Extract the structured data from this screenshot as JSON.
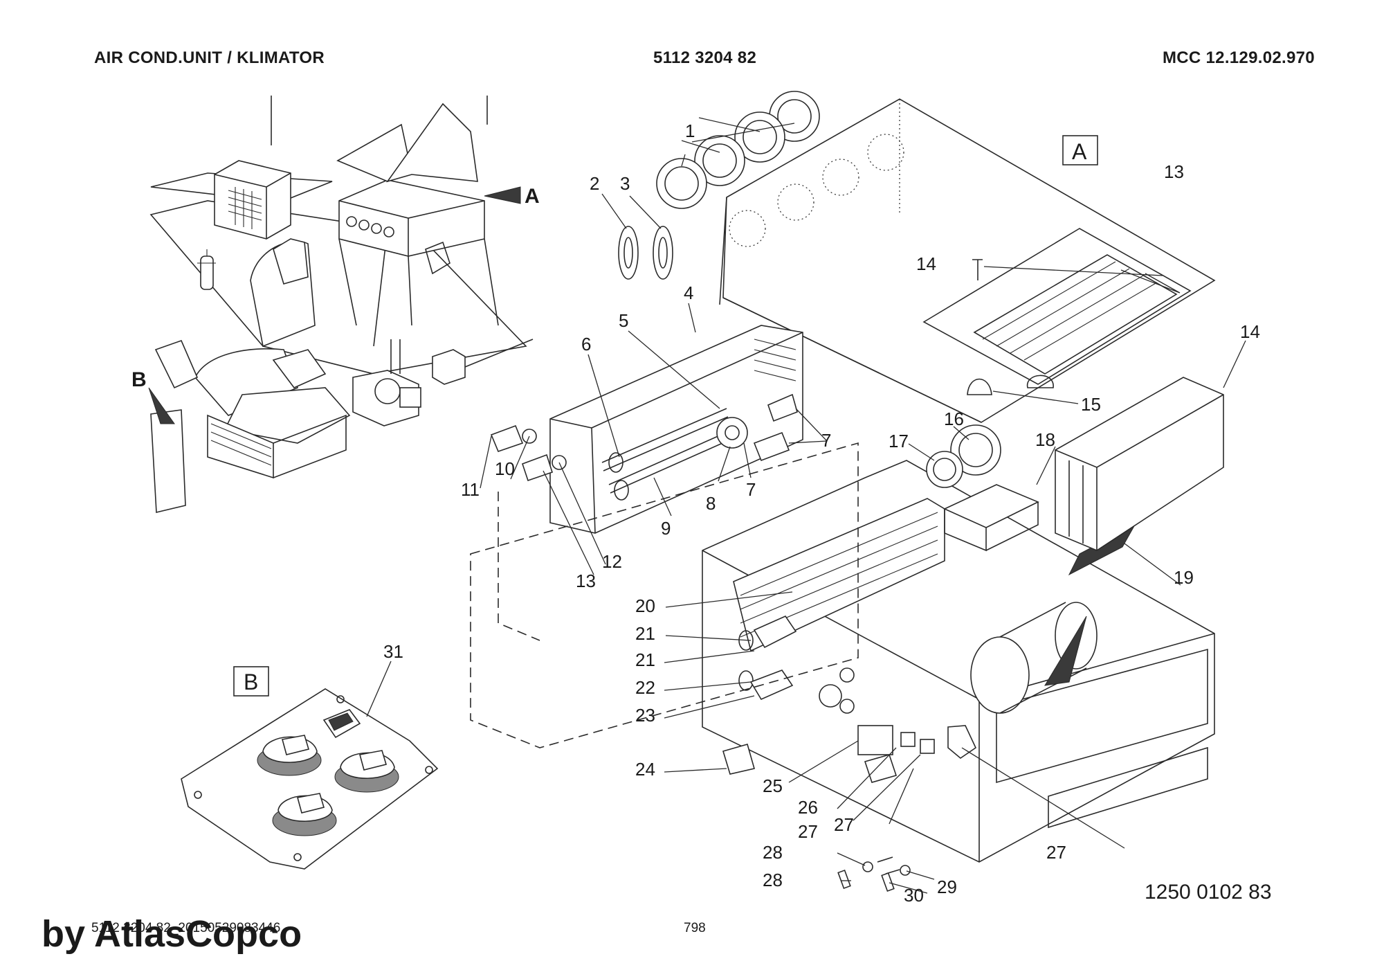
{
  "header": {
    "left": "AIR COND.UNIT / KLIMATOR",
    "center": "5112 3204 82",
    "right": "MCC 12.129.02.970"
  },
  "view_markers": {
    "a": "A",
    "b": "B"
  },
  "detail_boxes": {
    "a": "A",
    "b": "B"
  },
  "callouts": [
    {
      "id": "c1",
      "text": "1"
    },
    {
      "id": "c2",
      "text": "2"
    },
    {
      "id": "c3",
      "text": "3"
    },
    {
      "id": "c4",
      "text": "4"
    },
    {
      "id": "c5",
      "text": "5"
    },
    {
      "id": "c6",
      "text": "6"
    },
    {
      "id": "c7a",
      "text": "7"
    },
    {
      "id": "c7b",
      "text": "7"
    },
    {
      "id": "c8",
      "text": "8"
    },
    {
      "id": "c9",
      "text": "9"
    },
    {
      "id": "c10",
      "text": "10"
    },
    {
      "id": "c11",
      "text": "11"
    },
    {
      "id": "c12",
      "text": "12"
    },
    {
      "id": "c13a",
      "text": "13"
    },
    {
      "id": "c13b",
      "text": "13"
    },
    {
      "id": "c14a",
      "text": "14"
    },
    {
      "id": "c14b",
      "text": "14"
    },
    {
      "id": "c15",
      "text": "15"
    },
    {
      "id": "c16",
      "text": "16"
    },
    {
      "id": "c17",
      "text": "17"
    },
    {
      "id": "c18",
      "text": "18"
    },
    {
      "id": "c19",
      "text": "19"
    },
    {
      "id": "c20",
      "text": "20"
    },
    {
      "id": "c21a",
      "text": "21"
    },
    {
      "id": "c21b",
      "text": "21"
    },
    {
      "id": "c22",
      "text": "22"
    },
    {
      "id": "c23",
      "text": "23"
    },
    {
      "id": "c24",
      "text": "24"
    },
    {
      "id": "c25",
      "text": "25"
    },
    {
      "id": "c26",
      "text": "26"
    },
    {
      "id": "c27a",
      "text": "27"
    },
    {
      "id": "c27b",
      "text": "27"
    },
    {
      "id": "c27c",
      "text": "27"
    },
    {
      "id": "c28a",
      "text": "28"
    },
    {
      "id": "c28b",
      "text": "28"
    },
    {
      "id": "c29",
      "text": "29"
    },
    {
      "id": "c30",
      "text": "30"
    },
    {
      "id": "c31",
      "text": "31"
    }
  ],
  "footer": {
    "file_ref": "5112 3204 82_20150529083446",
    "page_number": "798",
    "brand": "by AtlasCopco",
    "drawing_number": "1250 0102 83"
  }
}
